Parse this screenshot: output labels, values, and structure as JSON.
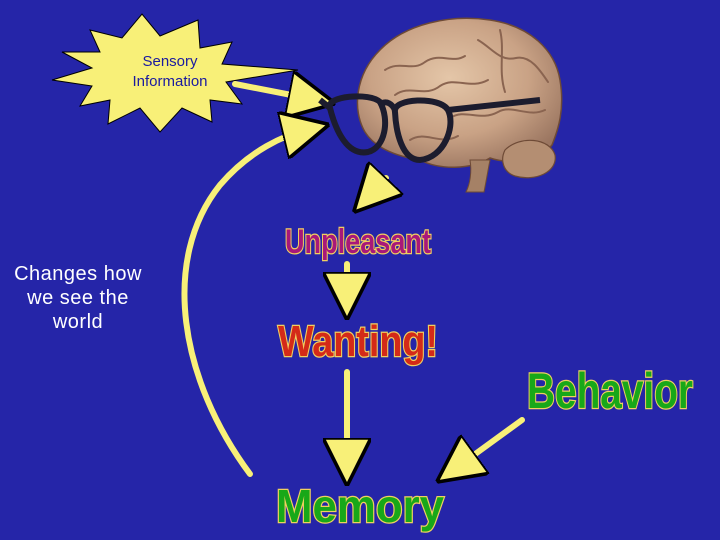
{
  "sensory": {
    "line1": "Sensory",
    "line2": "Information"
  },
  "side_note": "Changes how we see the world",
  "words": {
    "unpleasant": "Unpleasant",
    "wanting": "Wanting!",
    "memory": "Memory",
    "behavior": "Behavior"
  },
  "colors": {
    "background": "#2525a8",
    "arrow": "#f8f078",
    "unpleasant": "#a8187a",
    "wanting": "#d42a18",
    "memory": "#18a818",
    "behavior": "#18a818",
    "star": "#f8f078"
  }
}
